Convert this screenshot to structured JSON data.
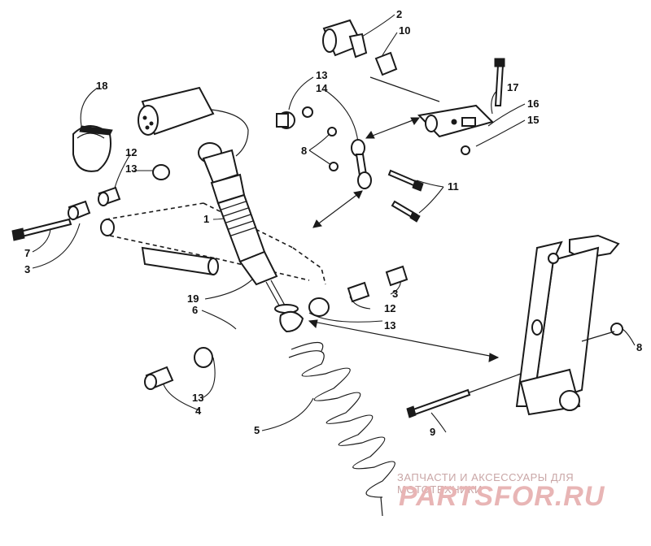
{
  "callouts": {
    "c1": "1",
    "c2": "2",
    "c3a": "3",
    "c3b": "3",
    "c4": "4",
    "c5": "5",
    "c6": "6",
    "c7": "7",
    "c8a": "8",
    "c8b": "8",
    "c9": "9",
    "c10": "10",
    "c11": "11",
    "c12a": "12",
    "c12b": "12",
    "c13a": "13",
    "c13b": "13",
    "c13c": "13",
    "c13d": "13",
    "c14": "14",
    "c15": "15",
    "c16": "16",
    "c17": "17",
    "c18": "18",
    "c19": "19"
  },
  "watermark": {
    "tagline": "ЗАПЧАСТИ И АКСЕССУАРЫ ДЛЯ МОТОТЕХНИКИ",
    "logo": "PARTSFOR.RU"
  }
}
